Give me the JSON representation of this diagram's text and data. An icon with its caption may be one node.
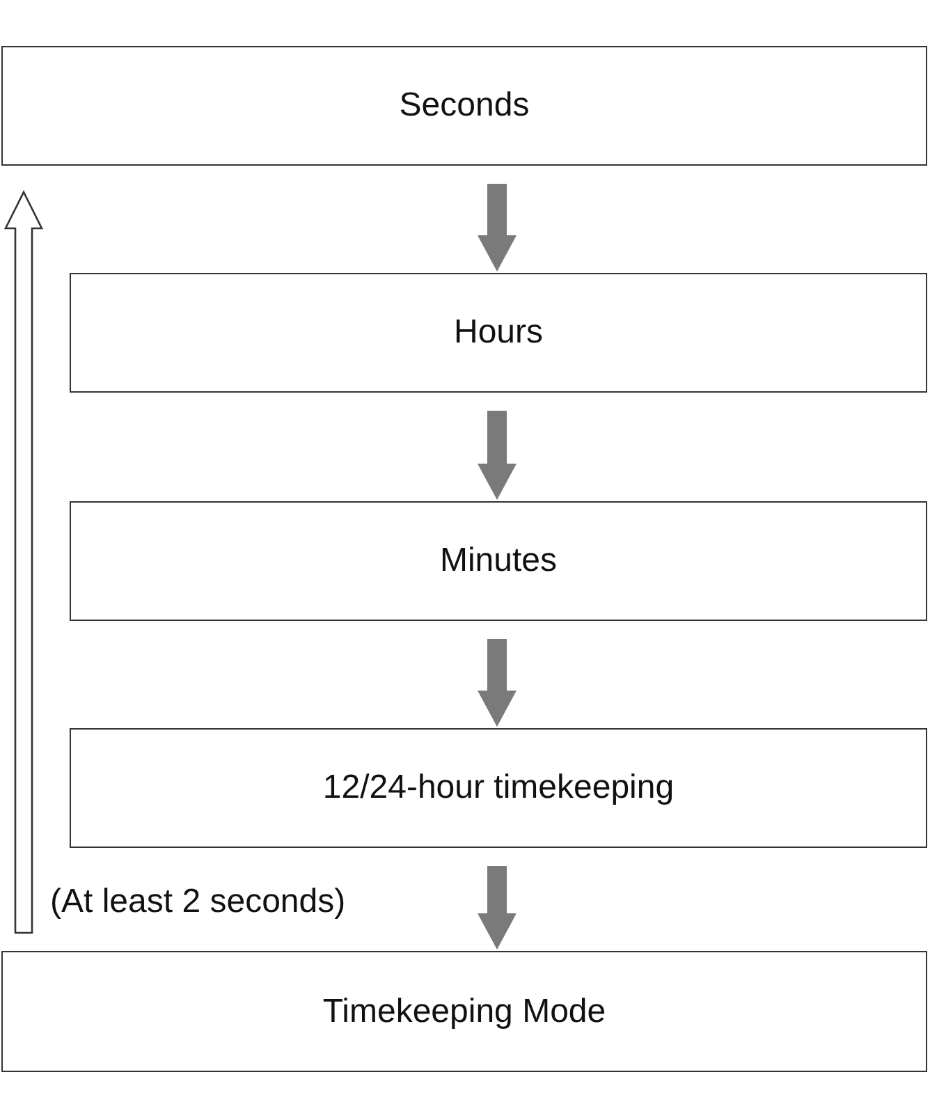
{
  "diagram": {
    "nodes": [
      {
        "text": [
          "Seconds"
        ]
      },
      {
        "text": [
          "Hours"
        ]
      },
      {
        "text": [
          "Minutes"
        ]
      },
      {
        "text": [
          "12/24-hour timekeeping"
        ]
      },
      {
        "text": [
          "Timekeeping Mode"
        ]
      }
    ],
    "edges": [
      {
        "from": 0,
        "to": 1,
        "arrow": "to",
        "style": "thick"
      },
      {
        "from": 1,
        "to": 2,
        "arrow": "to",
        "style": "thick"
      },
      {
        "from": 2,
        "to": 3,
        "arrow": "to",
        "style": "thick"
      },
      {
        "from": 3,
        "to": 4,
        "arrow": "to",
        "style": "thick"
      },
      {
        "from": 4,
        "to": 0,
        "arrow": "to"
      }
    ],
    "labels": [
      "(At least 2 seconds)"
    ]
  }
}
